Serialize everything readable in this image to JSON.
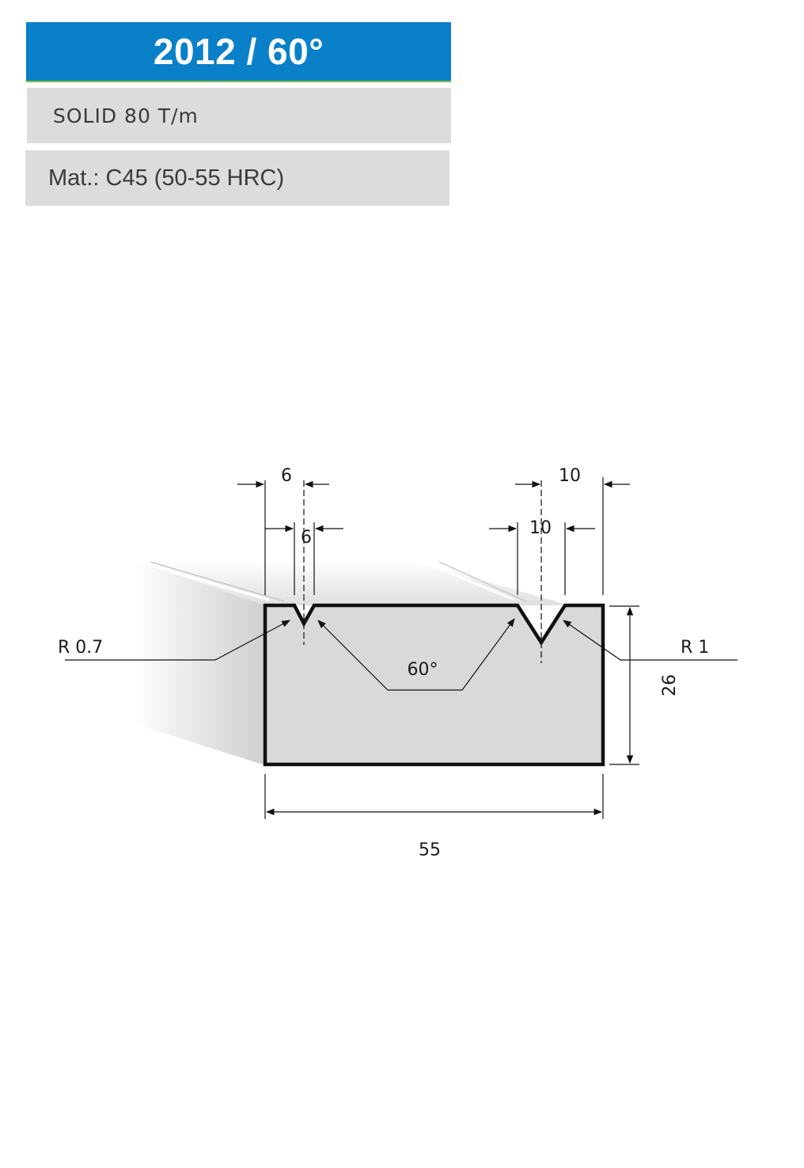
{
  "header": {
    "title": "2012 / 60°"
  },
  "specs": {
    "type_load": "SOLID  80 T/m",
    "material": "Mat.: C45 (50-55 HRC)"
  },
  "drawing": {
    "dim_left_groove_offset": "6",
    "dim_left_groove_width": "6",
    "dim_right_groove_offset": "10",
    "dim_right_groove_width": "10",
    "radius_left": "R 0.7",
    "radius_right": "R 1",
    "angle": "60°",
    "height": "26",
    "width": "55"
  },
  "colors": {
    "header_bg": "#0a80c8",
    "header_accent": "#7fbf3f",
    "panel_bg": "#dcdcdc",
    "die_fill": "#d9d9d9",
    "outline": "#111111"
  }
}
